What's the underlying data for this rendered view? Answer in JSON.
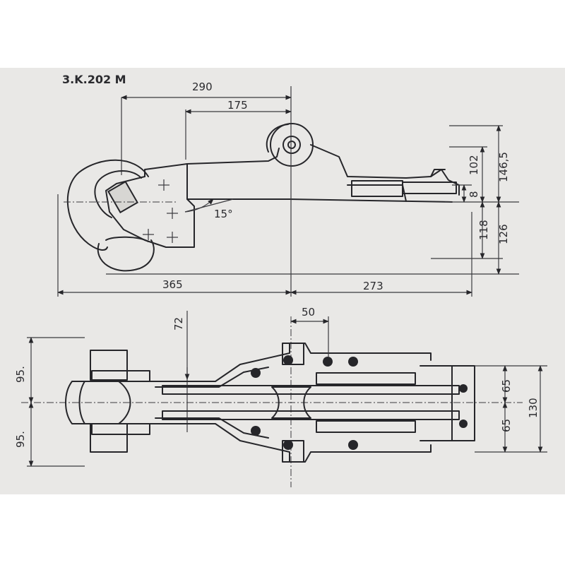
{
  "title": "3.K.202 M",
  "colors": {
    "paper": "#e9e8e6",
    "ink": "#26262a"
  },
  "side_view": {
    "dim_overall_top": "290",
    "dim_top_inner": "175",
    "dim_angle": "15°",
    "dim_left_bottom": "365",
    "dim_right_bottom": "273",
    "dim_right_8": "8",
    "dim_right_102": "102",
    "dim_right_146": "146,5",
    "dim_right_118": "118",
    "dim_right_126": "126"
  },
  "top_view": {
    "dim_50": "50",
    "dim_72": "72",
    "dim_left_upper": "95.",
    "dim_left_lower": "95.",
    "dim_right_65_upper": "65",
    "dim_right_65_lower": "65",
    "dim_right_130": "130"
  }
}
